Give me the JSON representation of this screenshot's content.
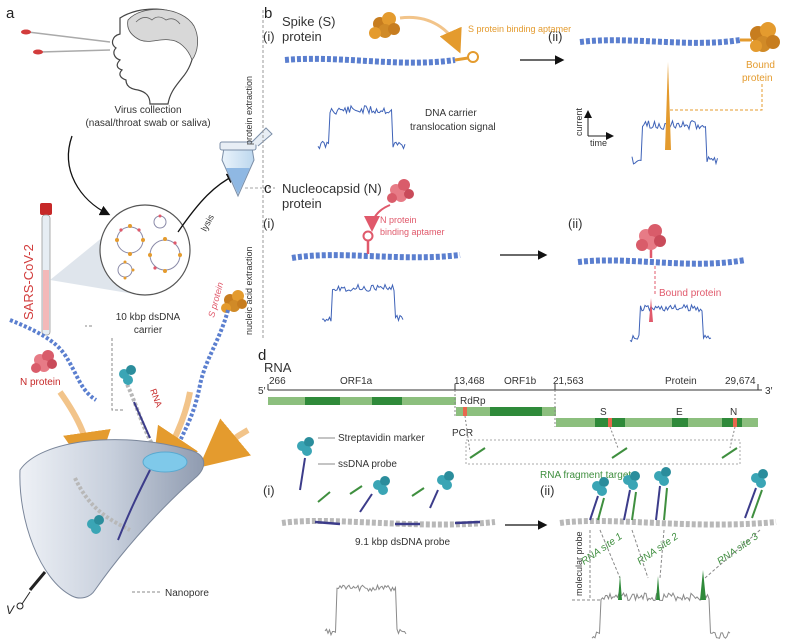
{
  "panels": {
    "a": "a",
    "b": "b",
    "c": "c",
    "d": "d"
  },
  "a": {
    "virus_collection_1": "Virus collection",
    "virus_collection_2": "(nasal/throat swab or saliva)",
    "sars": "SARS-CoV-2",
    "lysis": "lysis",
    "carrier_1": "10 kbp dsDNA",
    "carrier_2": "carrier",
    "s_protein": "S protein",
    "n_protein": "N protein",
    "rna": "RNA",
    "nanopore": "Nanopore",
    "voltage": "V"
  },
  "side": {
    "protein_extraction": "protein extraction",
    "nucleic_acid_extraction": "nucleic acid extraction"
  },
  "b": {
    "title_1": "Spike (S)",
    "title_2": "protein",
    "i": "(i)",
    "ii": "(ii)",
    "aptamer": "S protein binding aptamer",
    "dna_signal_1": "DNA carrier",
    "dna_signal_2": "translocation signal",
    "bound_1": "Bound",
    "bound_2": "protein",
    "current": "current",
    "time": "time"
  },
  "c": {
    "title_1": "Nucleocapsid (N)",
    "title_2": "protein",
    "i": "(i)",
    "ii": "(ii)",
    "aptamer_1": "N protein",
    "aptamer_2": "binding aptamer",
    "bound": "Bound protein"
  },
  "d": {
    "title": "RNA",
    "five": "5′",
    "three": "3′",
    "pos_266": "266",
    "pos_13468": "13,468",
    "pos_21563": "21,563",
    "pos_29674": "29,674",
    "orf1a": "ORF1a",
    "orf1b": "ORF1b",
    "protein": "Protein",
    "rdrp": "RdRp",
    "s": "S",
    "e": "E",
    "n": "N",
    "pcr": "PCR",
    "targets": "RNA fragment targets",
    "streptavidin": "Streptavidin marker",
    "ssdna": "ssDNA probe",
    "i": "(i)",
    "ii": "(ii)",
    "probe": "9.1 kbp dsDNA probe",
    "molecular_probe": "molecular probe",
    "site1": "RNA site 1",
    "site2": "RNA site 2",
    "site3": "RNA site 3"
  },
  "colors": {
    "dna_blue": "#5b7fcf",
    "signal_blue": "#3f63b8",
    "orange": "#e49b2e",
    "red": "#e0596b",
    "green": "#3f8f3f",
    "genome_green": "#8cbf7e",
    "dark_green": "#2f8a3a",
    "grey_dna": "#b0b0b0",
    "teal": "#3aa5b5"
  }
}
